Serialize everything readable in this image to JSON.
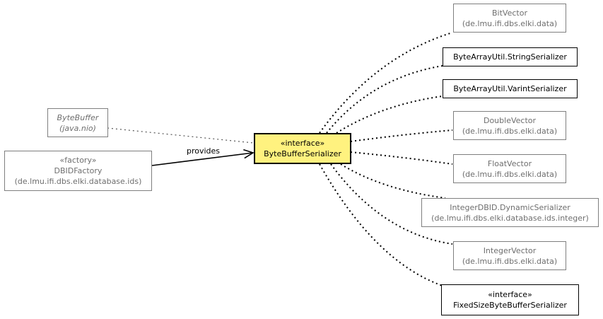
{
  "central": {
    "stereotype": "«interface»",
    "name": "ByteBufferSerializer",
    "highlight_color": "#fff27f"
  },
  "bytebuffer": {
    "name": "ByteBuffer",
    "package": "(java.nio)"
  },
  "dbidfactory": {
    "stereotype": "«factory»",
    "name": "DBIDFactory",
    "package": "(de.lmu.ifi.dbs.elki.database.ids)"
  },
  "provides_label": "provides",
  "subclasses": [
    {
      "name": "BitVector",
      "package": "(de.lmu.ifi.dbs.elki.data)"
    },
    {
      "name": "ByteArrayUtil.StringSerializer"
    },
    {
      "name": "ByteArrayUtil.VarintSerializer"
    },
    {
      "name": "DoubleVector",
      "package": "(de.lmu.ifi.dbs.elki.data)"
    },
    {
      "name": "FloatVector",
      "package": "(de.lmu.ifi.dbs.elki.data)"
    },
    {
      "name": "IntegerDBID.DynamicSerializer",
      "package": "(de.lmu.ifi.dbs.elki.database.ids.integer)"
    },
    {
      "name": "IntegerVector",
      "package": "(de.lmu.ifi.dbs.elki.data)"
    },
    {
      "stereotype": "«interface»",
      "name": "FixedSizeByteBufferSerializer"
    }
  ]
}
